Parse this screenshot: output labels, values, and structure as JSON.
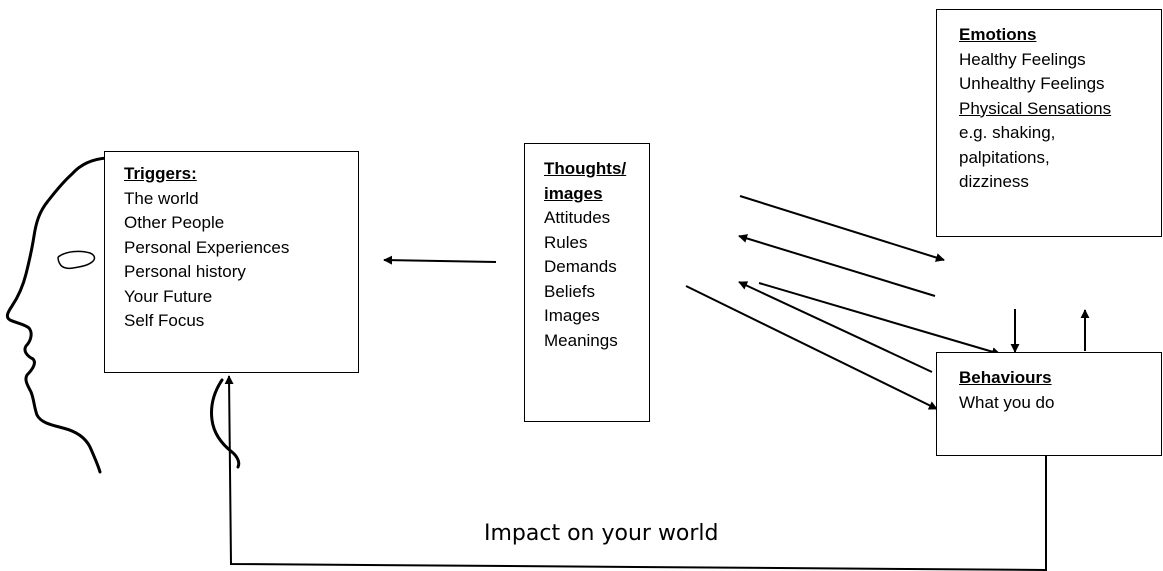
{
  "triggers": {
    "heading": "Triggers:",
    "items": [
      "The world",
      "Other People",
      "Personal Experiences",
      "Personal history",
      "Your Future",
      "Self Focus"
    ]
  },
  "thoughts": {
    "heading_line1": "Thoughts/",
    "heading_line2": "images",
    "items": [
      "Attitudes",
      "Rules",
      "Demands",
      "Beliefs",
      "Images",
      "Meanings"
    ]
  },
  "emotions": {
    "heading": "Emotions",
    "items": [
      "Healthy Feelings",
      "Unhealthy Feelings"
    ],
    "subheading": "Physical Sensations",
    "examples": [
      "e.g. shaking,",
      "palpitations,",
      "dizziness"
    ]
  },
  "behaviours": {
    "heading": "Behaviours",
    "description": "What you do"
  },
  "impact_label": "Impact on your world",
  "colors": {
    "line": "#000000",
    "background": "#ffffff"
  }
}
